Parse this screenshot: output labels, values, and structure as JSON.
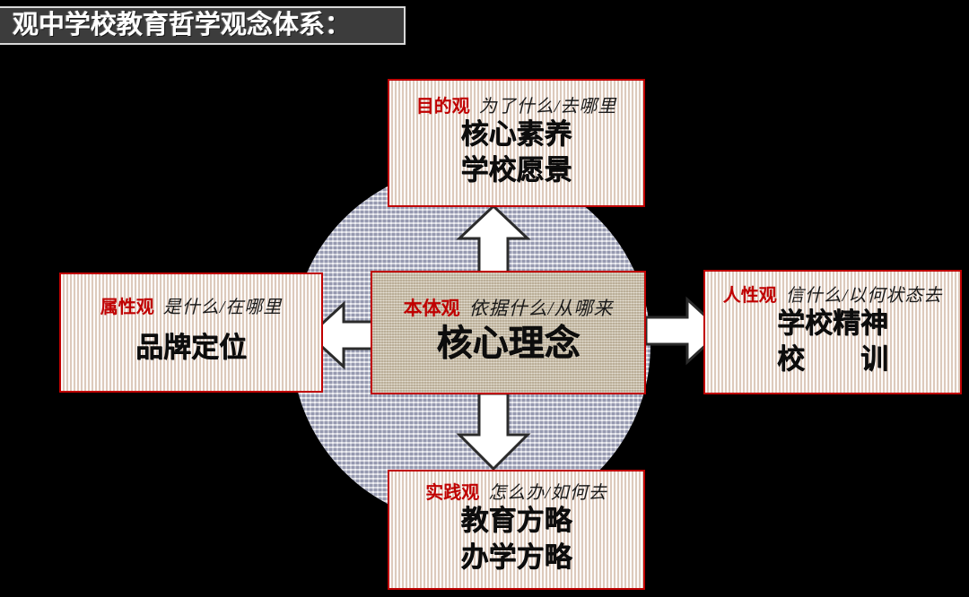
{
  "header": {
    "title": "观中学校教育哲学观念体系："
  },
  "diagram": {
    "type": "center-radial",
    "center_shape": "circle",
    "colors": {
      "background": "#000000",
      "title_bar": "#3c3c3c",
      "title_text": "#ffffff",
      "box_border": "#c00000",
      "box_fill": "#f1e5dc",
      "center_fill": "#cfc4ae",
      "tag_text": "#c00000",
      "body_text": "#0d0d0d",
      "circle_fill": "#b6b8cb",
      "arrow_fill": "#ffffff",
      "arrow_outline": "#2b2b2b"
    },
    "center": {
      "position": "center",
      "tag": "本体观",
      "question": "依据什么/从哪来",
      "lines": [
        "核心理念"
      ]
    },
    "nodes": [
      {
        "position": "top",
        "tag": "目的观",
        "question": "为了什么/去哪里",
        "lines": [
          "核心素养",
          "学校愿景"
        ],
        "arrow": "arrow-up"
      },
      {
        "position": "left",
        "tag": "属性观",
        "question": "是什么/在哪里",
        "lines": [
          "品牌定位"
        ],
        "arrow": "arrow-left"
      },
      {
        "position": "right",
        "tag": "人性观",
        "question": "信什么/以何状态去",
        "lines": [
          "学校精神",
          "校　　训"
        ],
        "arrow": "arrow-right"
      },
      {
        "position": "bottom",
        "tag": "实践观",
        "question": "怎么办/如何去",
        "lines": [
          "教育方略",
          "办学方略"
        ],
        "arrow": "arrow-down"
      }
    ]
  }
}
